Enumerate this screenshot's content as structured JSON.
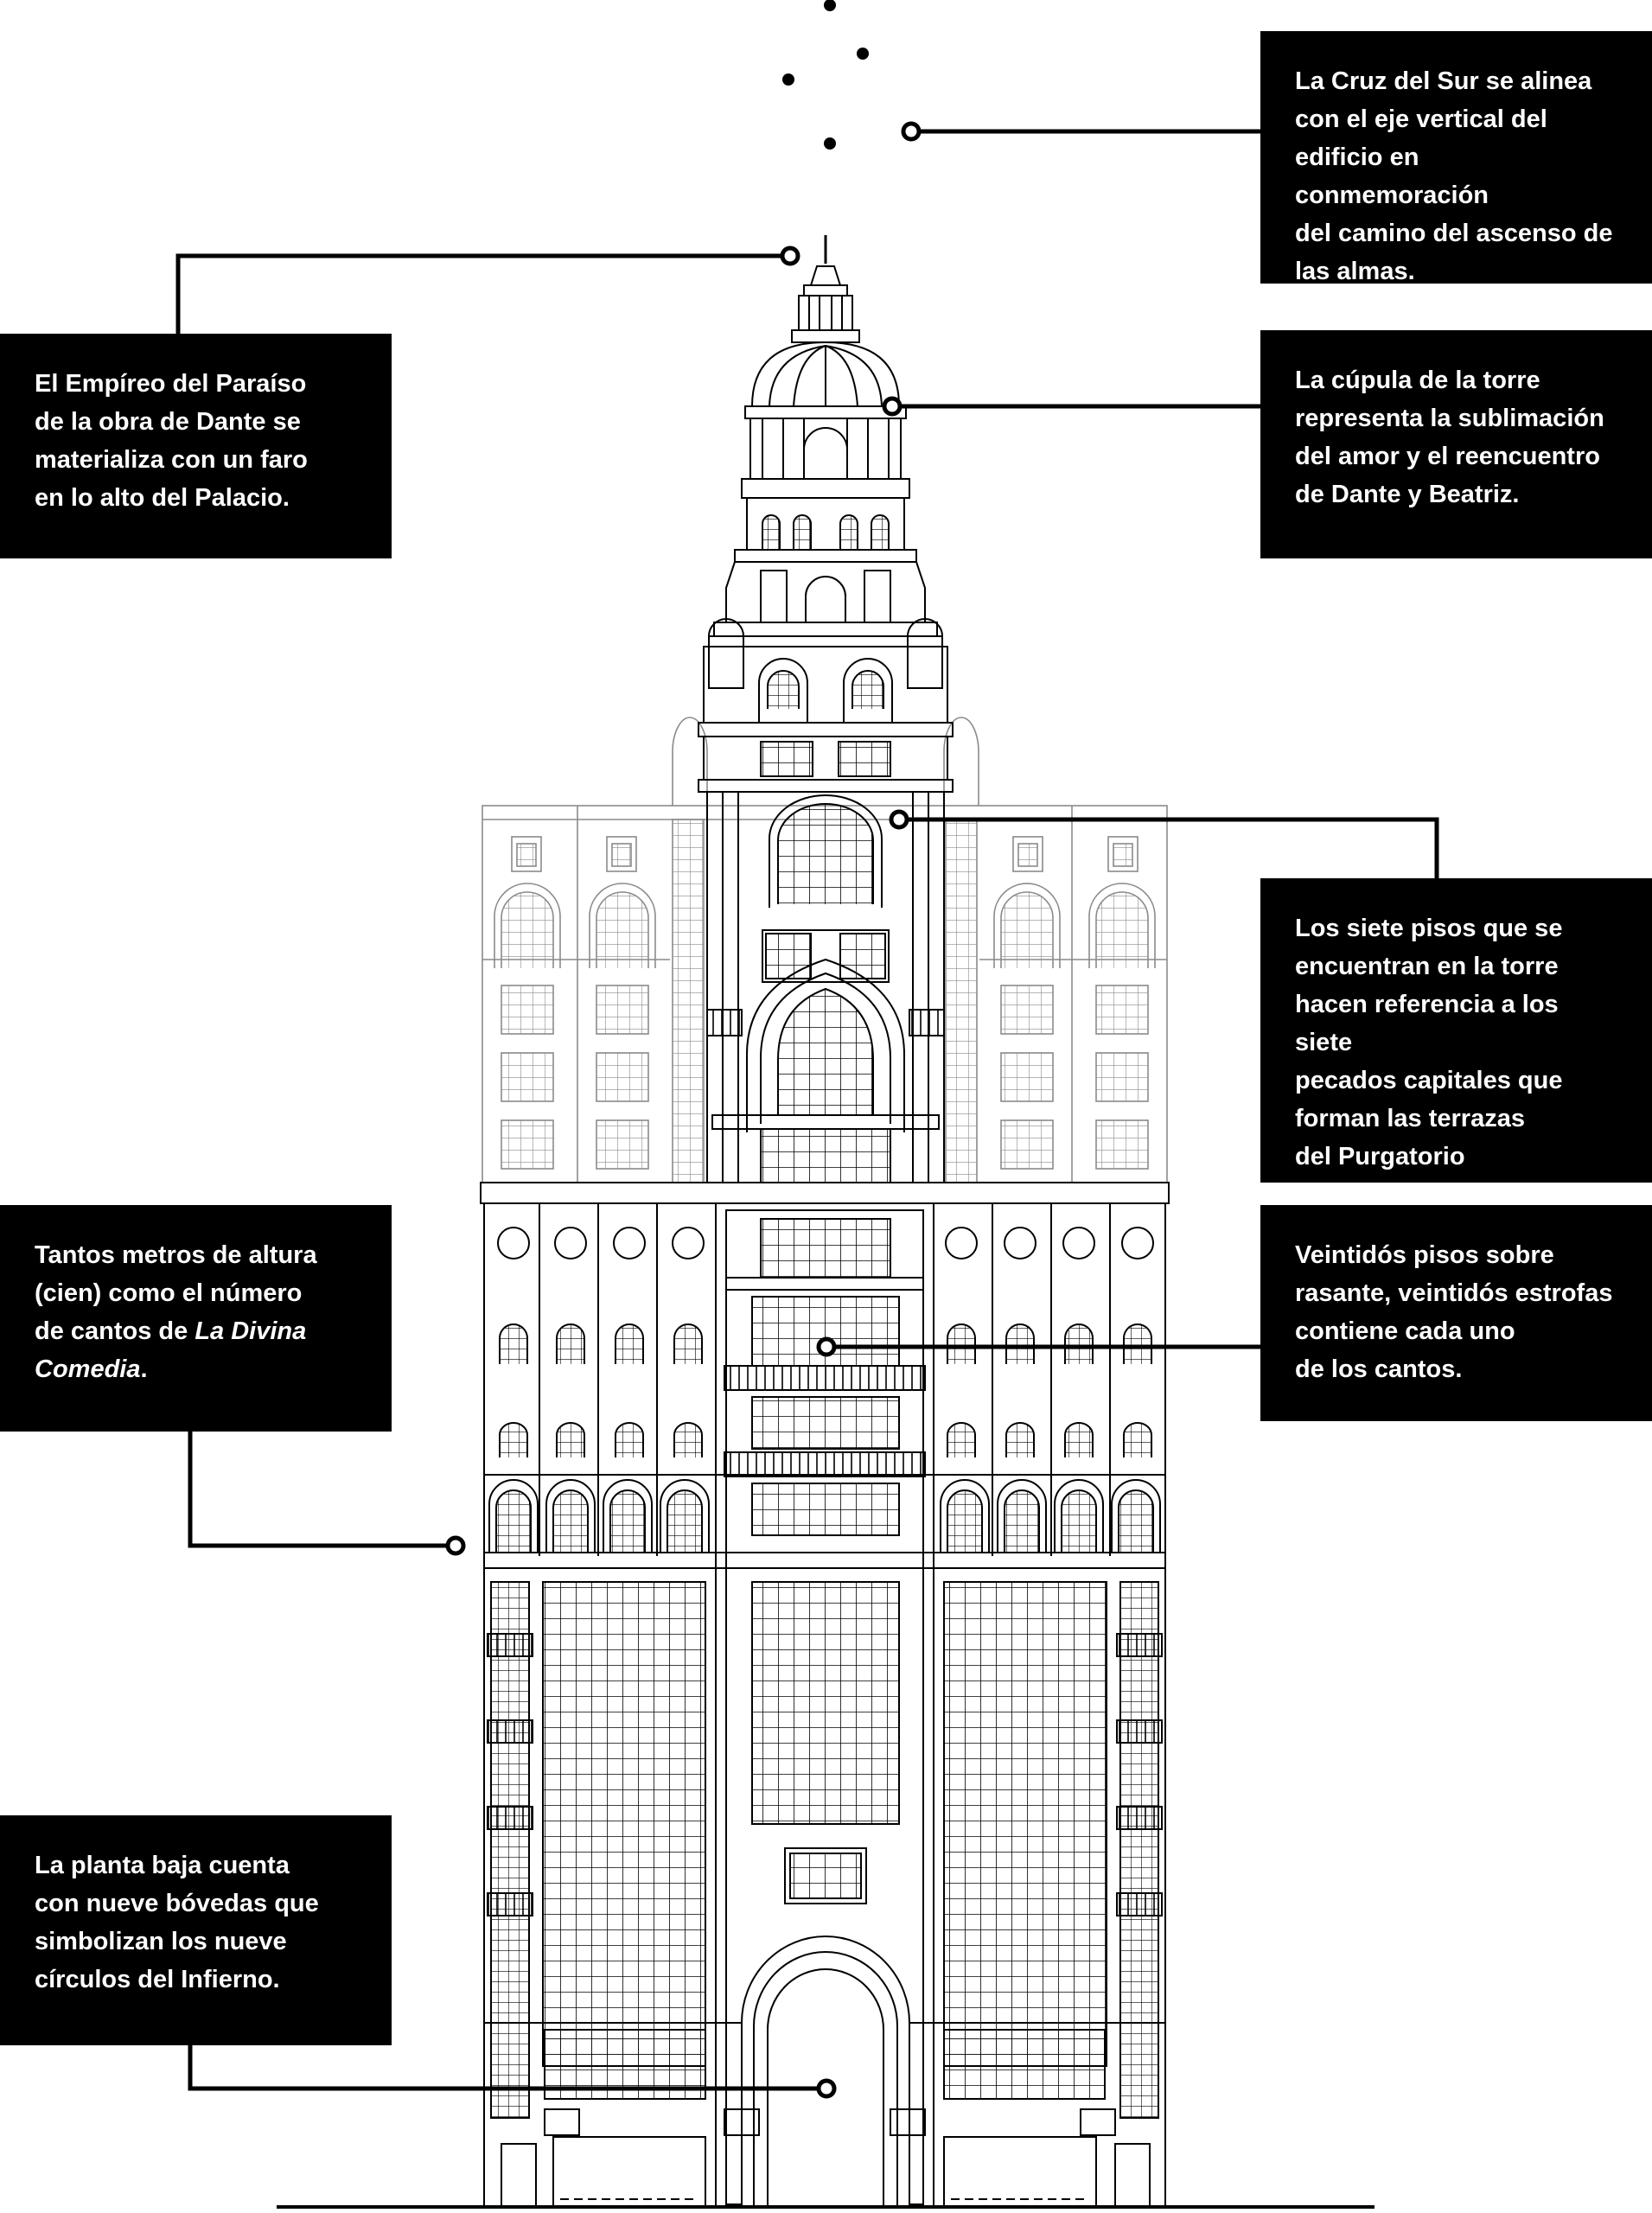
{
  "callouts": {
    "cruz_del_sur": {
      "lines": [
        "La Cruz del Sur se alinea",
        "con el eje vertical del",
        "edificio en conmemoración",
        "del camino del ascenso de",
        "las almas."
      ]
    },
    "empireo": {
      "lines": [
        "El Empíreo del Paraíso",
        "de la obra de Dante se",
        "materializa con un faro",
        "en lo alto del Palacio."
      ]
    },
    "cupula": {
      "lines": [
        "La cúpula de la torre",
        "representa la sublimación",
        "del amor y el reencuentro",
        "de Dante y Beatriz."
      ]
    },
    "siete_pisos": {
      "lines": [
        "Los siete pisos que se",
        "encuentran en la torre",
        "hacen referencia a los siete",
        "pecados capitales que",
        "forman las terrazas",
        "del Purgatorio"
      ]
    },
    "metros": {
      "line1": "Tantos metros de altura",
      "line2": "(cien) como el número",
      "line3_text": "de cantos de ",
      "line3_italic": "La Divina",
      "line4_italic": "Comedia",
      "line4_end": "."
    },
    "veintidos": {
      "lines": [
        "Veintidós pisos sobre",
        "rasante, veintidós estrofas",
        "contiene cada uno",
        "de los cantos."
      ]
    },
    "planta_baja": {
      "lines": [
        "La planta baja cuenta",
        "con nueve bóvedas que",
        "simbolizan los nueve",
        "círculos del Infierno."
      ]
    }
  },
  "colors": {
    "ink": "#000000",
    "paper": "#ffffff",
    "faded_wing": "#8a8a8a"
  }
}
